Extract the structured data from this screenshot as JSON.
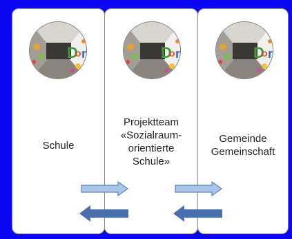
{
  "panels": [
    {
      "label": "Schule"
    },
    {
      "label": "Projektteam\n«Sozialraum-\norientierte\nSchule»"
    },
    {
      "label": "Gemeinde\nGemeinschaft"
    }
  ],
  "photo": {
    "wall_text": "Dorf",
    "description_icon": "tunnel-mural-photo"
  },
  "colors": {
    "background": "#0a08f2",
    "panel_border": "#8a8a8a",
    "arrow_right_fill": "#a9c6ea",
    "arrow_right_stroke": "#5b86c2",
    "arrow_left_fill": "#4a6fb0"
  }
}
